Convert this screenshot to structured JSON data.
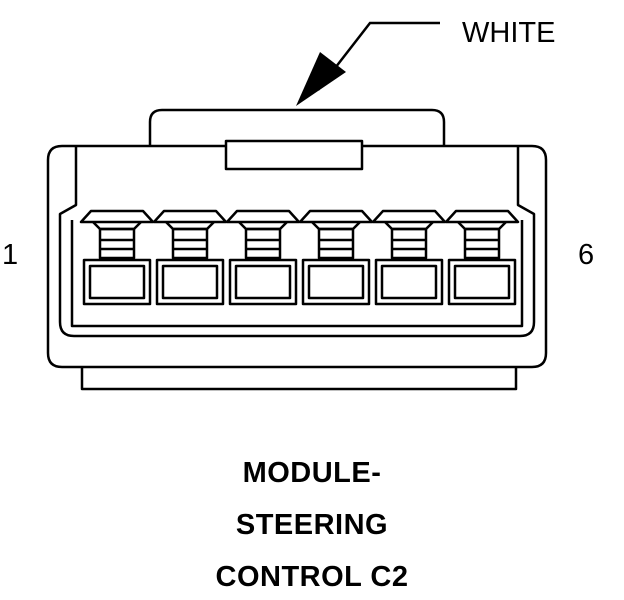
{
  "connector": {
    "color_label": "WHITE",
    "pin_first": "1",
    "pin_last": "6",
    "pin_count": 6
  },
  "caption": {
    "line1": "MODULE-",
    "line2": "STEERING",
    "line3": "CONTROL C2"
  }
}
